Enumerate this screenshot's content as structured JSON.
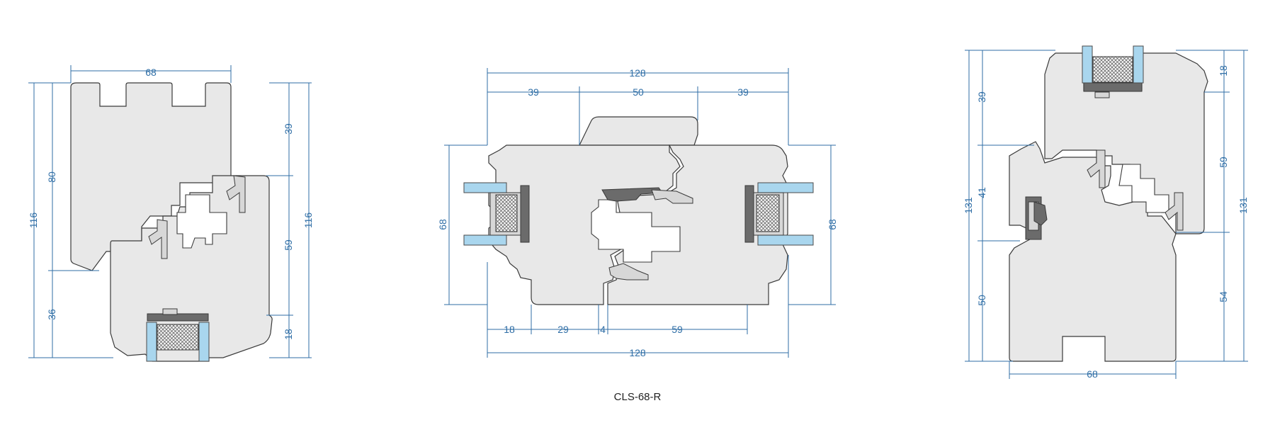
{
  "caption": "CLS-68-R",
  "colors": {
    "dimension": "#2f6ea6",
    "profile_fill": "#e8e8e8",
    "outline": "#3a3a3a",
    "glass": "#a9d6ee",
    "gasket": "#6b6b6b"
  },
  "left_section": {
    "top_width": "68",
    "left_overall": "116",
    "left_upper": "80",
    "left_lower": "36",
    "right_overall": "116",
    "right_top": "39",
    "right_middle": "59",
    "right_bottom": "18"
  },
  "middle_section": {
    "top_overall": "128",
    "top_left": "39",
    "top_center": "50",
    "top_right": "39",
    "left_height": "68",
    "right_height": "68",
    "bottom_a": "18",
    "bottom_b": "29",
    "bottom_c": "4",
    "bottom_d": "59",
    "bottom_overall": "128"
  },
  "right_section": {
    "left_overall": "131",
    "left_top": "39",
    "left_middle": "41",
    "left_bottom": "50",
    "right_overall": "131",
    "right_top": "18",
    "right_middle": "59",
    "right_bottom": "54",
    "bottom_width": "68"
  }
}
